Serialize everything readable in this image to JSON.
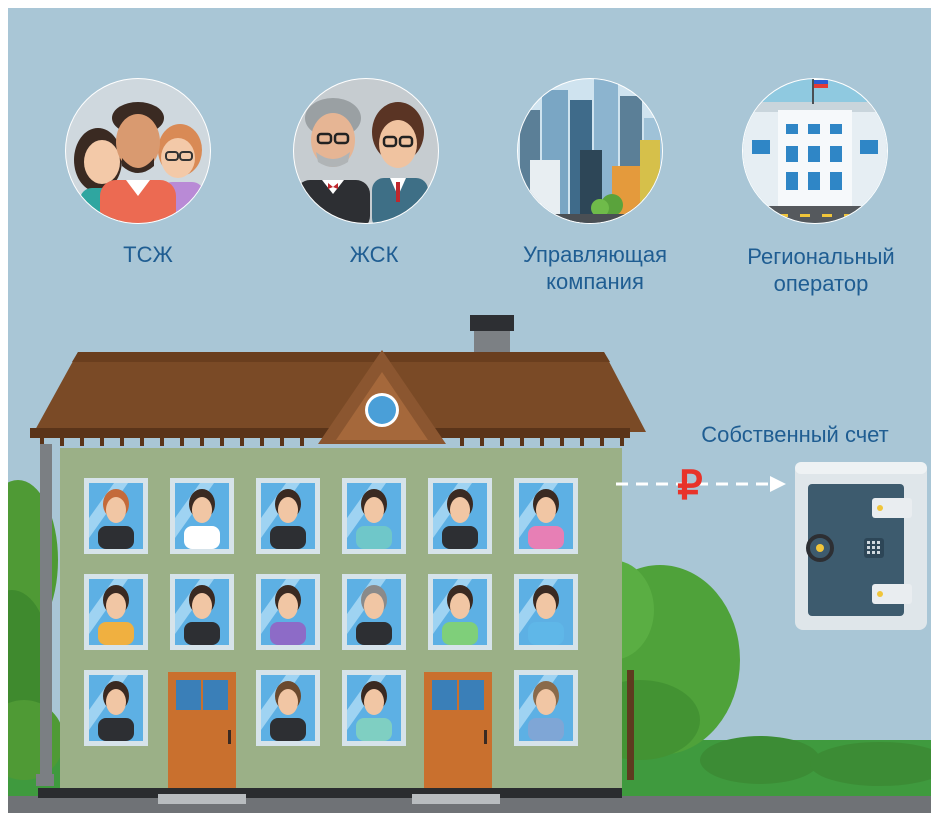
{
  "entities": [
    {
      "label": "ТСЖ",
      "icon": "residents-group-icon"
    },
    {
      "label": "ЖСК",
      "icon": "cooperative-members-icon"
    },
    {
      "label": "Управляющая компания",
      "icon": "city-buildings-icon"
    },
    {
      "label": "Региональный оператор",
      "icon": "government-building-icon"
    }
  ],
  "account": {
    "label": "Собственный счет",
    "currency_symbol": "₽",
    "icon": "safe-icon"
  },
  "colors": {
    "background": "#a9c6d6",
    "caption": "#1f5d92",
    "roof": "#7a4a26",
    "wall": "#9bb087",
    "door": "#c9702e",
    "safe_body": "#e7ecef",
    "safe_door": "#3d5b6e",
    "ruble": "#e8332a",
    "tree": "#5aa33c"
  }
}
